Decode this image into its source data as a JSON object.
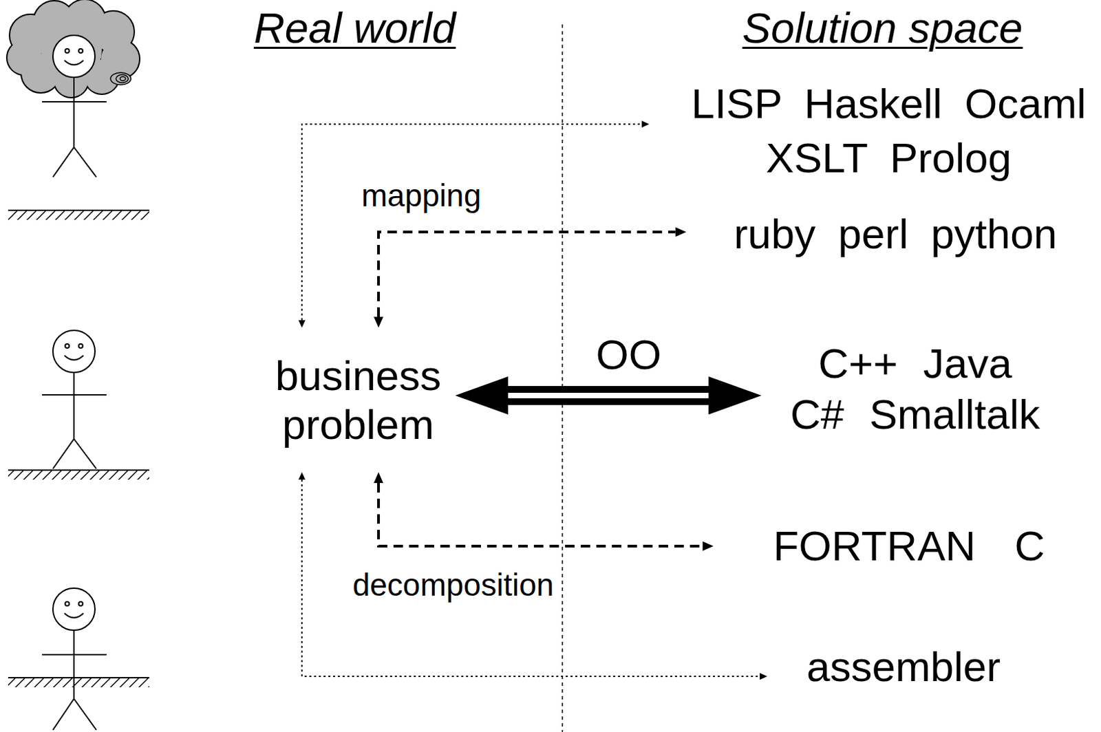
{
  "diagram": {
    "nodes": [
      {
        "text": [
          "business problem"
        ]
      },
      {
        "text": [
          "LISP Haskell Ocaml XSLT Prolog"
        ]
      },
      {
        "text": [
          "ruby perl python"
        ]
      },
      {
        "text": [
          "C++ Java C# Smalltalk"
        ]
      },
      {
        "text": [
          "FORTRAN C"
        ]
      },
      {
        "text": [
          "assembler"
        ]
      }
    ],
    "edges": [
      {
        "from": 0,
        "to": 1,
        "arrow": "both"
      },
      {
        "from": 0,
        "to": 2,
        "label": "mapping",
        "arrow": "both"
      },
      {
        "from": 0,
        "to": 3,
        "label": "OO",
        "arrow": "both"
      },
      {
        "from": 0,
        "to": 4,
        "label": "decomposition",
        "arrow": "both"
      },
      {
        "from": 0,
        "to": 5,
        "arrow": "both"
      }
    ],
    "labels": [
      "Real world",
      "Solution space"
    ]
  }
}
